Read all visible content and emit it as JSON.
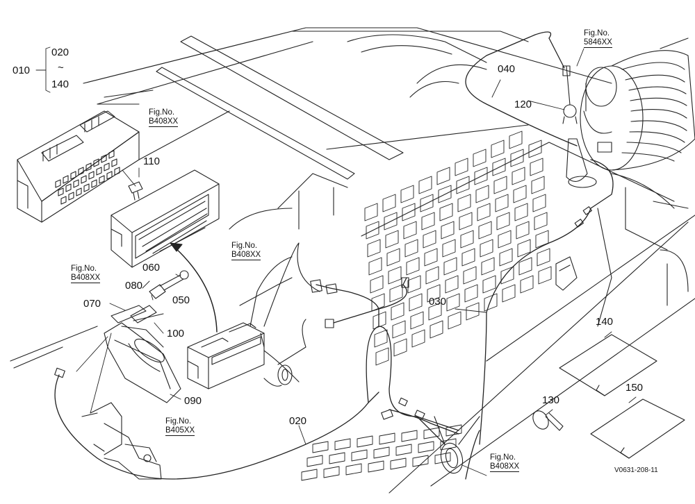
{
  "labels": {
    "p010": "010",
    "p020_range": "020",
    "tilde": "~",
    "p140_range": "140",
    "p020": "020",
    "p030": "030",
    "p040": "040",
    "p050": "050",
    "p060": "060",
    "p070": "070",
    "p080": "080",
    "p090": "090",
    "p100": "100",
    "p110": "110",
    "p120": "120",
    "p130": "130",
    "p140": "140",
    "p150": "150"
  },
  "figure_refs": {
    "prefix": "Fig.No.",
    "air_cleaner": "5846XX",
    "fuse_box_top": "B408XX",
    "fuse_box_left": "B408XX",
    "battery": "B408XX",
    "lamp": "B405XX",
    "bottom": "B408XX"
  },
  "drawing_code": "V0631-208-11"
}
